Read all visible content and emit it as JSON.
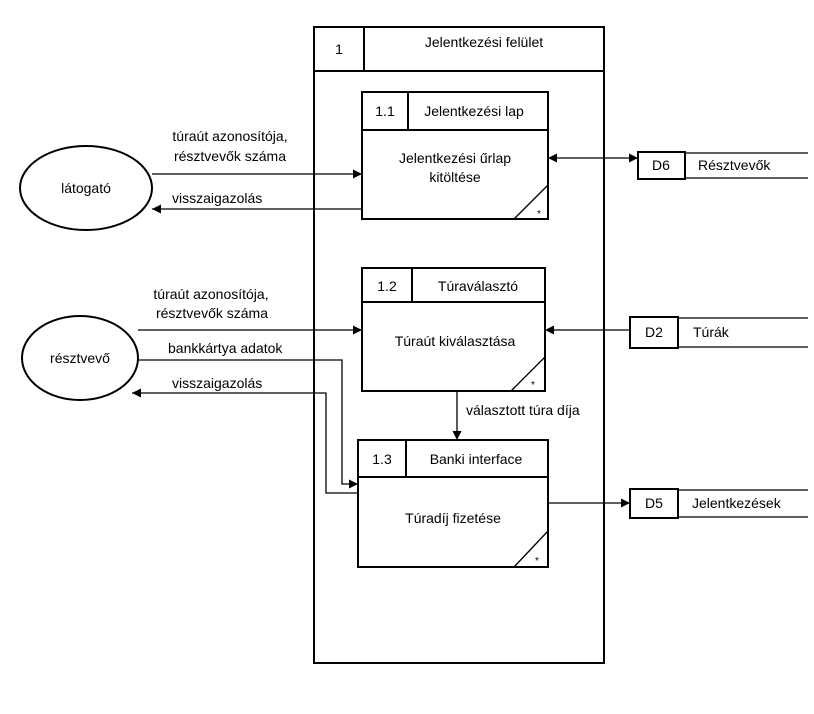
{
  "outer_process": {
    "id": "1",
    "title": "Jelentkezési felület"
  },
  "processes": [
    {
      "id": "1.1",
      "title": "Jelentkezési lap",
      "body_line1": "Jelentkezési űrlap",
      "body_line2": "kitöltése",
      "mark": "*"
    },
    {
      "id": "1.2",
      "title": "Túraválasztó",
      "body_line1": "Túraút kiválasztása",
      "body_line2": "",
      "mark": "*"
    },
    {
      "id": "1.3",
      "title": "Banki interface",
      "body_line1": "Túradíj fizetése",
      "body_line2": "",
      "mark": "*"
    }
  ],
  "entities": [
    {
      "name": "látogató"
    },
    {
      "name": "résztvevő"
    }
  ],
  "stores": [
    {
      "id": "D6",
      "name": "Résztvevők"
    },
    {
      "id": "D2",
      "name": "Túrák"
    },
    {
      "id": "D5",
      "name": "Jelentkezések"
    }
  ],
  "flows": {
    "f1_line1": "túraút azonosítója,",
    "f1_line2": "résztvevők száma",
    "f2": "visszaigazolás",
    "f3_line1": "túraút azonosítója,",
    "f3_line2": "résztvevők száma",
    "f4": "bankkártya adatok",
    "f5": "visszaigazolás",
    "f6": "választott túra díja"
  }
}
